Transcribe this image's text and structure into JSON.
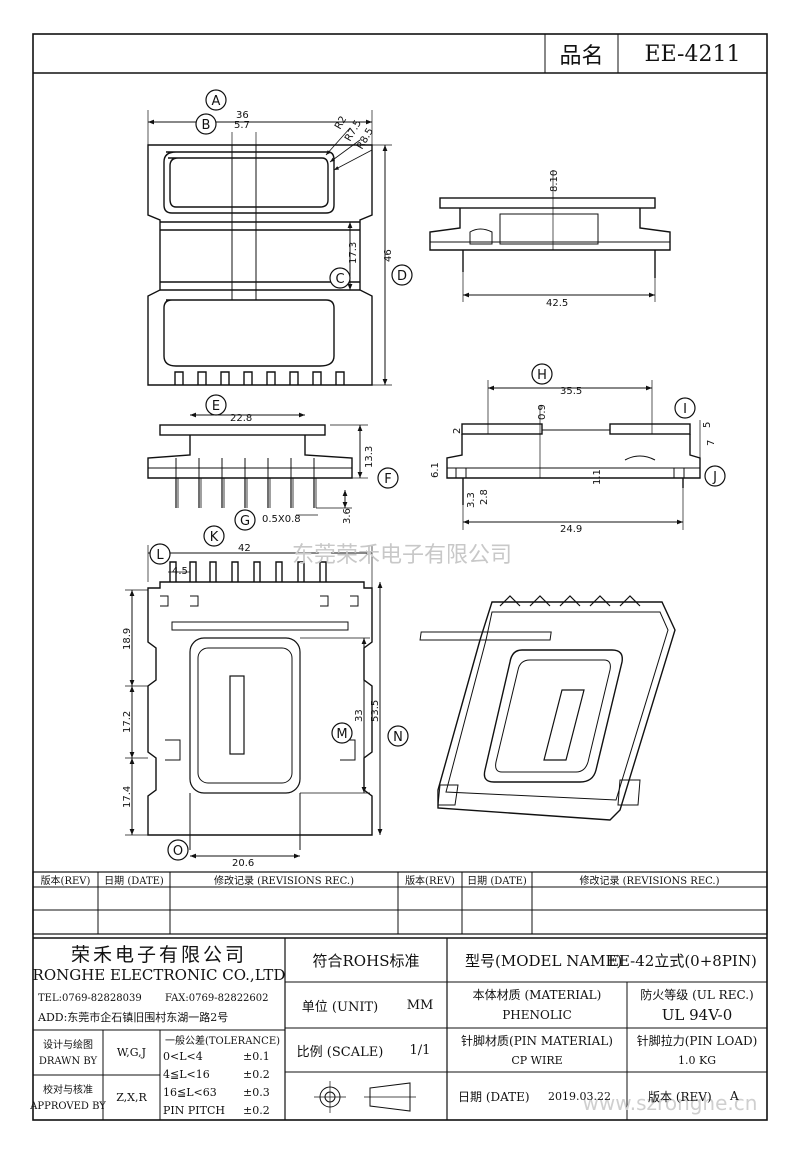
{
  "header": {
    "name_label": "品名",
    "part_no": "EE-4211"
  },
  "watermark": "东莞荣禾电子有限公司",
  "website": "www.szronghe.cn",
  "callouts": [
    "A",
    "B",
    "C",
    "D",
    "E",
    "F",
    "G",
    "H",
    "I",
    "J",
    "K",
    "L",
    "M",
    "N",
    "O"
  ],
  "dims": {
    "top_36": "36",
    "top_5_7": "5.7",
    "r2": "R2",
    "r7_5": "R7.5",
    "r8_5": "R8.5",
    "top_17_3": "17.3",
    "top_46": "46",
    "side_8_10": "8.10",
    "side_42_5": "42.5",
    "front_22_8": "22.8",
    "front_13_3": "13.3",
    "front_0_5x0_8": "0.5X0.8",
    "front_3_6": "3.6",
    "right_35_5": "35.5",
    "right_0_9": "0.9",
    "right_2": "2",
    "right_5": "5",
    "right_7": "7",
    "right_6_1": "6.1",
    "right_1_1": "1.1",
    "right_3_3": "3.3",
    "right_2_8": "2.8",
    "right_24_9": "24.9",
    "bottom_42": "42",
    "bottom_4_5": "4.5",
    "bottom_18_9": "18.9",
    "bottom_17_2": "17.2",
    "bottom_17_4": "17.4",
    "bottom_33": "33",
    "bottom_53_5": "53.5",
    "bottom_20_6": "20.6"
  },
  "revisions": {
    "headers": [
      "版本(REV)",
      "日期 (DATE)",
      "修改记录 (REVISIONS REC.)",
      "版本(REV)",
      "日期 (DATE)",
      "修改记录 (REVISIONS REC.)"
    ]
  },
  "company": {
    "name_cn": "荣禾电子有限公司",
    "name_en": "RONGHE ELECTRONIC CO.,LTD",
    "tel": "TEL:0769-82828039",
    "fax": "FAX:0769-82822602",
    "add": "ADD:东莞市企石镇旧围村东湖一路2号"
  },
  "drawn": {
    "label_cn": "设计与绘图",
    "label_en": "DRAWN BY",
    "value": "W,G,J"
  },
  "approved": {
    "label_cn": "校对与核准",
    "label_en": "APPROVED BY",
    "value": "Z,X,R"
  },
  "tolerance": {
    "title": "一般公差(TOLERANCE)",
    "rows": [
      {
        "range": "0<L<4",
        "value": "±0.1"
      },
      {
        "range": "4≦L<16",
        "value": "±0.2"
      },
      {
        "range": "16≦L<63",
        "value": "±0.3"
      },
      {
        "range": "PIN PITCH",
        "value": "±0.2"
      }
    ]
  },
  "rohs": "符合ROHS标准",
  "unit": {
    "label": "单位 (UNIT)",
    "value": "MM"
  },
  "scale": {
    "label": "比例 (SCALE)",
    "value": "1/1"
  },
  "model": {
    "label": "型号(MODEL NAME)",
    "value": "EE-42立式(0+8PIN)"
  },
  "material": {
    "label": "本体材质 (MATERIAL)",
    "value": "PHENOLIC"
  },
  "fire": {
    "label": "防火等级 (UL REC.)",
    "value": "UL 94V-0"
  },
  "pin_material": {
    "label": "针脚材质(PIN MATERIAL)",
    "value": "CP WIRE"
  },
  "pin_load": {
    "label": "针脚拉力(PIN LOAD)",
    "value": "1.0 KG"
  },
  "date": {
    "label": "日期 (DATE)",
    "value": "2019.03.22"
  },
  "version": {
    "label": "版本 (REV)",
    "value": "A"
  }
}
